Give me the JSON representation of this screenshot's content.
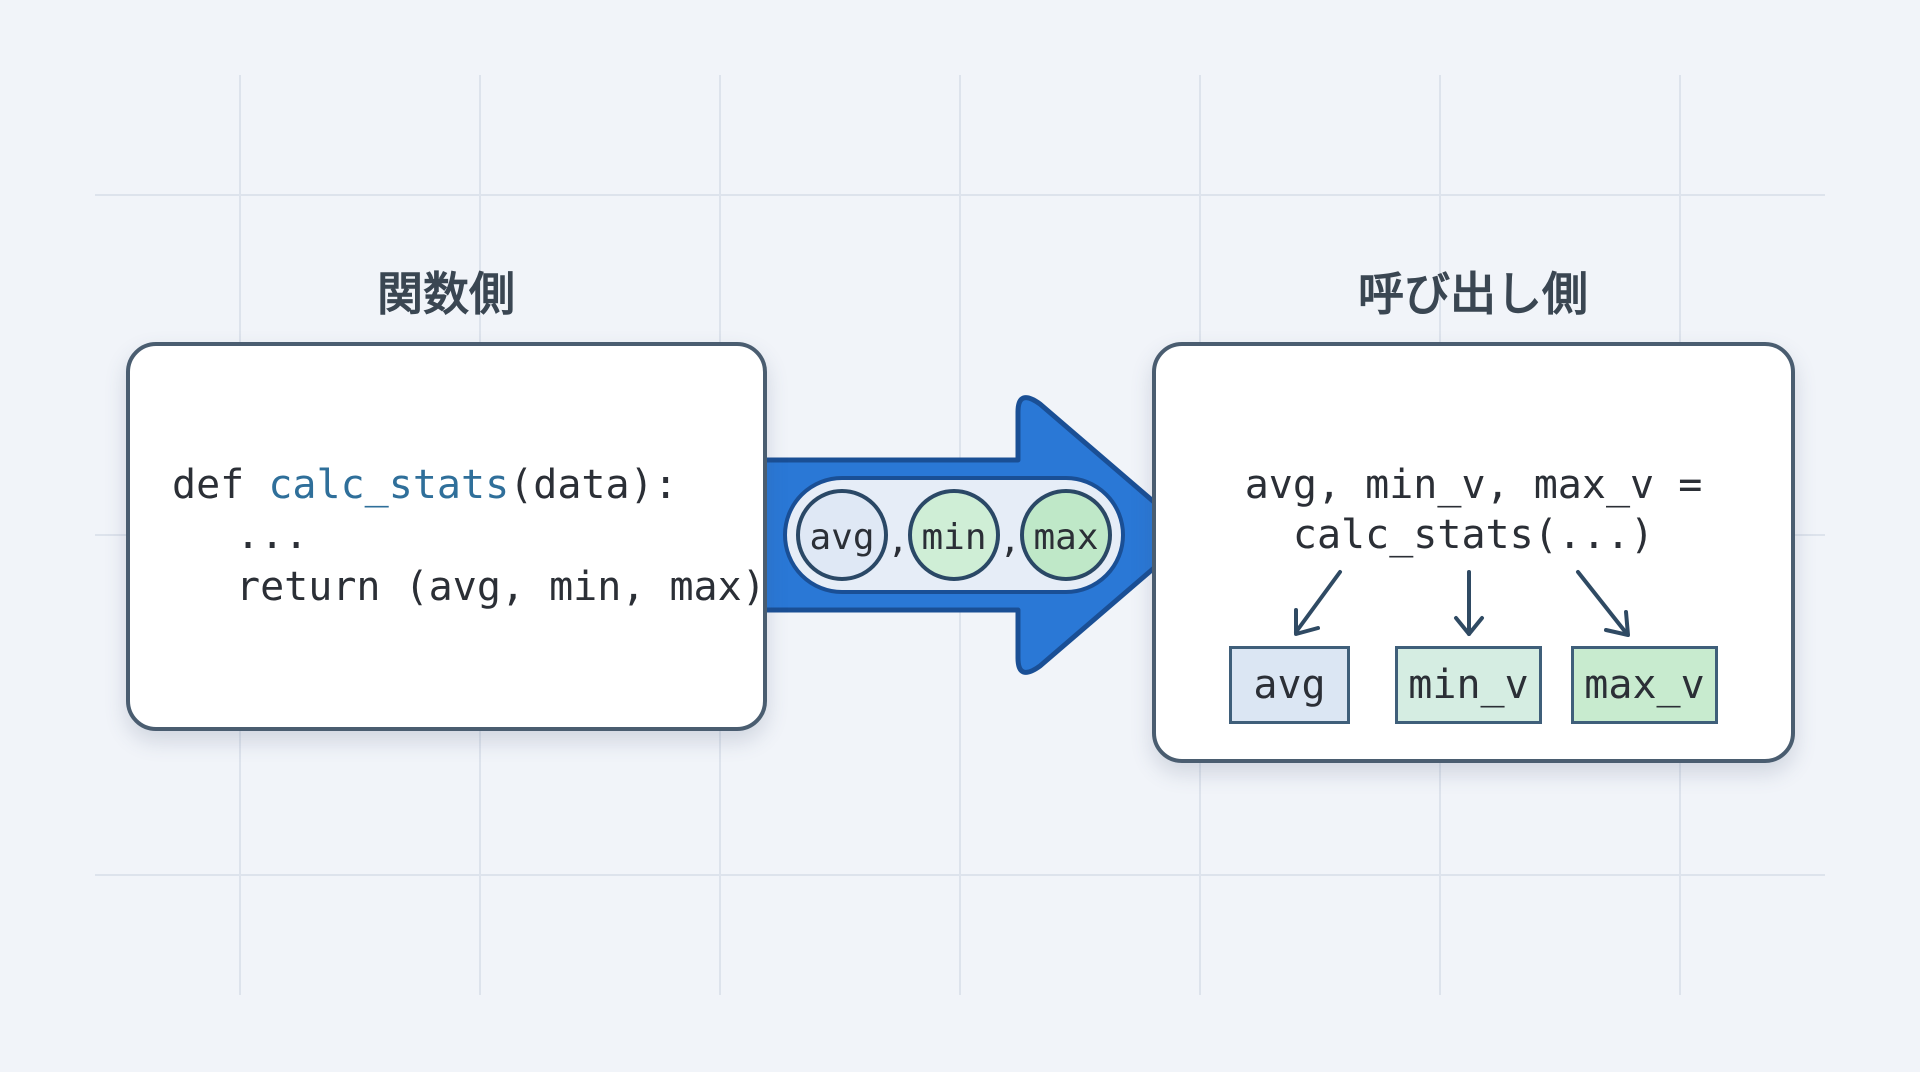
{
  "headings": {
    "left": "関数側",
    "right": "呼び出し側"
  },
  "function_side": {
    "code_keyword": "def ",
    "code_fn_name": "calc_stats",
    "code_params": "(data):",
    "code_ellipsis": "...",
    "code_return": "return (avg, min, max)"
  },
  "tuple": {
    "items": [
      "avg",
      "min",
      "max"
    ],
    "separator": ","
  },
  "caller_side": {
    "line1": "avg, min_v, max_v =",
    "line2": "calc_stats(...)",
    "vars": [
      "avg",
      "min_v",
      "max_v"
    ]
  },
  "colors": {
    "arrow_fill": "#2a78d6",
    "arrow_stroke": "#1a4f95",
    "tuple_blue": "#dfe8f5",
    "tuple_green": "#cfeed6",
    "box_blue": "#dbe6f3",
    "box_teal": "#d5ede2",
    "box_green": "#c8ebcf"
  }
}
